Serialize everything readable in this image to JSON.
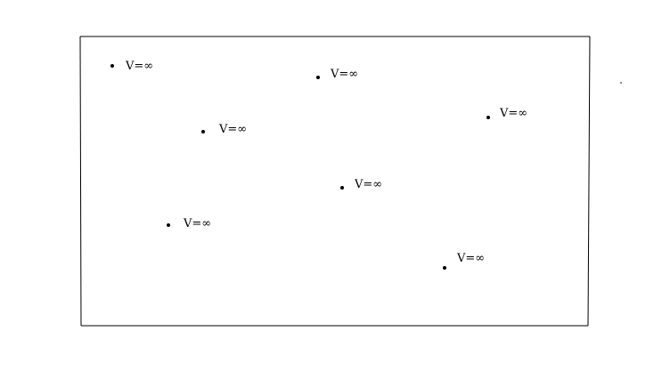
{
  "diagram": {
    "nodes": [
      {
        "id": "n1",
        "label": "V=∞"
      },
      {
        "id": "n2",
        "label": "V=∞"
      },
      {
        "id": "n3",
        "label": "V=∞"
      },
      {
        "id": "n4",
        "label": "V=∞"
      },
      {
        "id": "n5",
        "label": "V=∞"
      },
      {
        "id": "n6",
        "label": "V=∞"
      },
      {
        "id": "n7",
        "label": "V=∞"
      }
    ]
  }
}
